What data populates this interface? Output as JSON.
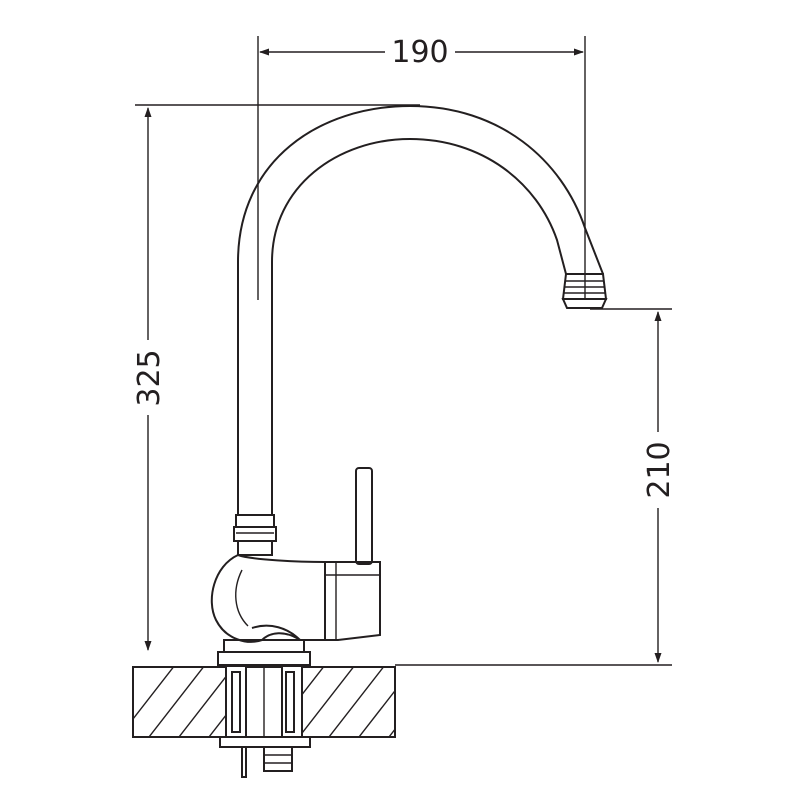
{
  "dimensions": {
    "spout_reach": "190",
    "total_height": "325",
    "spout_height": "210"
  }
}
